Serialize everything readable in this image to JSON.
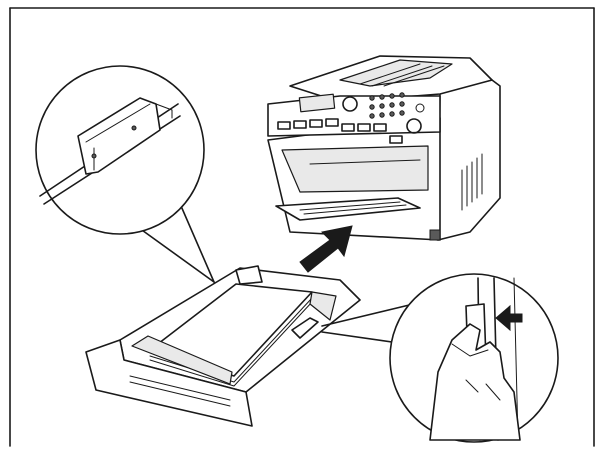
{
  "figure": {
    "colors": {
      "ink": "#1a1a1a",
      "paper": "#ffffff",
      "shade": "#e9e9e9",
      "dark": "#5a5a5a"
    },
    "parts": {
      "fax_machine": "fax-printer-device",
      "paper_tray": "paper-cassette-tray",
      "insert_arrow": "arrow-insert-tray",
      "detail_left": "zoom-circle-tray-guide",
      "detail_right": "zoom-circle-guide-adjust",
      "guide_arrow": "arrow-slide-guide"
    }
  }
}
